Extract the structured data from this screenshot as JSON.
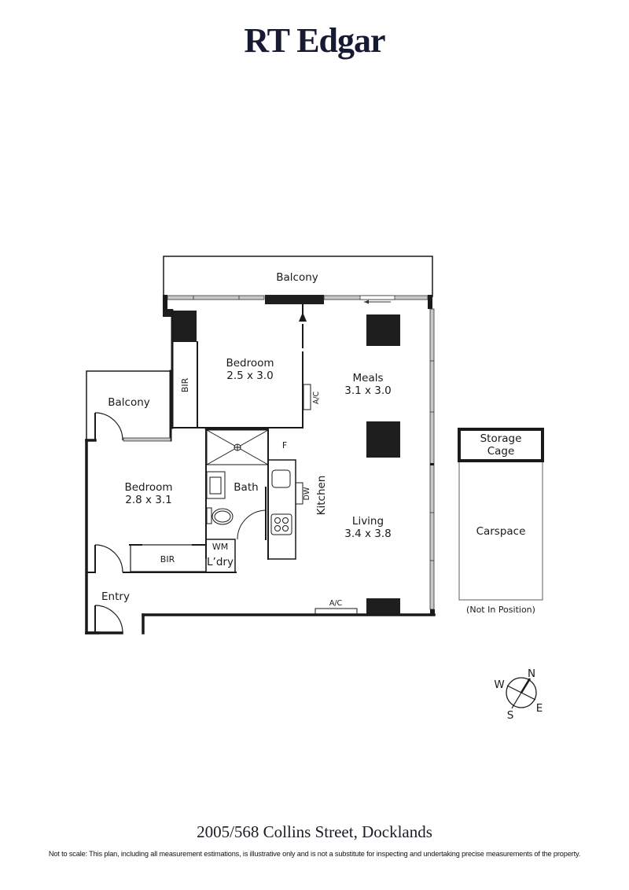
{
  "header": {
    "brand": "RT Edgar"
  },
  "floorplan": {
    "rooms": [
      {
        "id": "balcony-main",
        "name": "Balcony"
      },
      {
        "id": "bedroom-1",
        "name": "Bedroom",
        "dimensions": "2.5 x 3.0"
      },
      {
        "id": "bir-1",
        "name": "BIR"
      },
      {
        "id": "meals",
        "name": "Meals",
        "dimensions": "3.1 x 3.0"
      },
      {
        "id": "ac-1",
        "name": "A/C"
      },
      {
        "id": "balcony-side",
        "name": "Balcony"
      },
      {
        "id": "bedroom-2",
        "name": "Bedroom",
        "dimensions": "2.8 x 3.1"
      },
      {
        "id": "bath",
        "name": "Bath"
      },
      {
        "id": "fridge",
        "name": "F"
      },
      {
        "id": "dishwasher",
        "name": "DW"
      },
      {
        "id": "kitchen",
        "name": "Kitchen"
      },
      {
        "id": "living",
        "name": "Living",
        "dimensions": "3.4 x 3.8"
      },
      {
        "id": "bir-2",
        "name": "BIR"
      },
      {
        "id": "wm",
        "name": "WM"
      },
      {
        "id": "laundry",
        "name": "L’dry"
      },
      {
        "id": "entry",
        "name": "Entry"
      },
      {
        "id": "ac-2",
        "name": "A/C"
      }
    ],
    "storage": {
      "name_line1": "Storage",
      "name_line2": "Cage"
    },
    "carspace": {
      "name": "Carspace",
      "note": "(Not In Position)"
    },
    "compass": {
      "n": "N",
      "e": "E",
      "s": "S",
      "w": "W"
    },
    "colors": {
      "wall": "#1a1a1a",
      "window": "#bdbdbd",
      "column": "#1e1e1e"
    }
  },
  "footer": {
    "address": "2005/568 Collins Street, Docklands",
    "disclaimer": "Not to scale: This plan, including all measurement estimations, is illustrative only and is not a substitute for inspecting and undertaking precise measurements of the property."
  }
}
